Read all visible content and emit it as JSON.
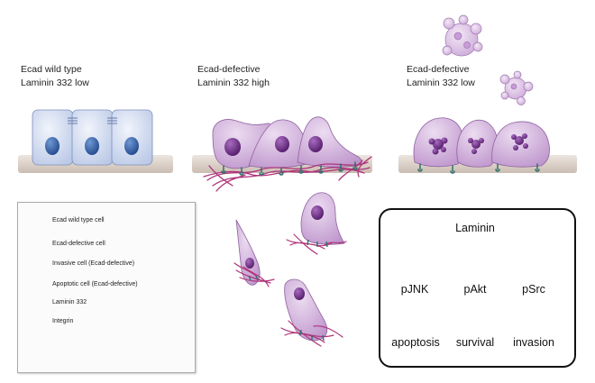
{
  "panels": [
    {
      "line1": "Ecad wild type",
      "line2": "Laminin 332 low"
    },
    {
      "line1": "Ecad-defective",
      "line2": "Laminin 332 high"
    },
    {
      "line1": "Ecad-defective",
      "line2": "Laminin 332 low"
    }
  ],
  "legend": {
    "items": [
      {
        "label": "Ecad wild type cell",
        "icon": "wild-type-cell-icon"
      },
      {
        "label": "Ecad-defective cell",
        "icon": "ecad-defective-cell-icon"
      },
      {
        "label": "Invasive cell (Ecad-defective)",
        "icon": "invasive-cell-icon"
      },
      {
        "label": "Apoptotic cell (Ecad-defective)",
        "icon": "apoptotic-cell-icon"
      },
      {
        "label": "Laminin 332",
        "icon": "laminin-fiber-icon"
      },
      {
        "label": "Integrin",
        "icon": "integrin-icon"
      }
    ]
  },
  "pathway": {
    "root": "Laminin",
    "mediators": [
      "pJNK",
      "pAkt",
      "pSrc"
    ],
    "outcomes": [
      "apoptosis",
      "survival",
      "invasion"
    ]
  },
  "colors": {
    "wild_type_cell": "#d5ddf0",
    "wild_type_nucleus": "#2f5fa6",
    "defective_cell": "#c7a8d2",
    "defective_nucleus": "#6b2a83",
    "laminin": "#b0347a",
    "integrin": "#2f6f6a",
    "membrane": "#d6cbc3"
  }
}
